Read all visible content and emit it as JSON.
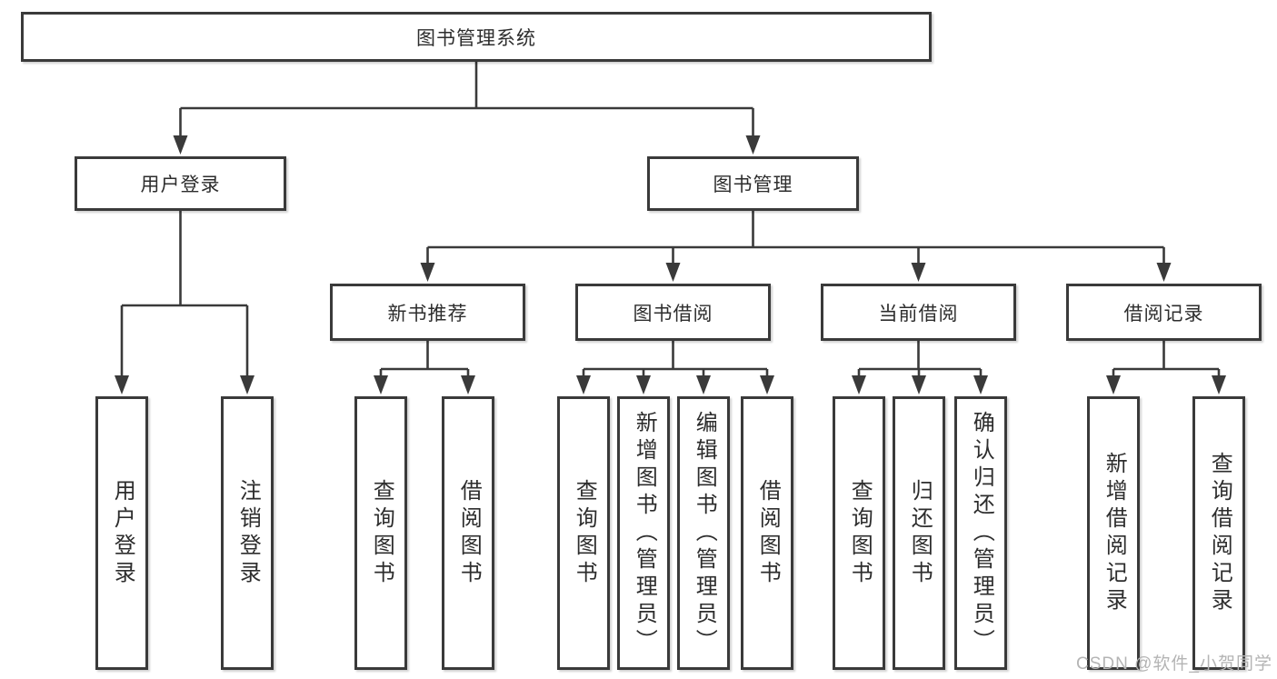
{
  "tree": {
    "label": "图书管理系统",
    "children": [
      {
        "label": "用户登录",
        "children": [
          {
            "label": "用户登录"
          },
          {
            "label": "注销登录"
          }
        ]
      },
      {
        "label": "图书管理",
        "children": [
          {
            "label": "新书推荐",
            "children": [
              {
                "label": "查询图书"
              },
              {
                "label": "借阅图书"
              }
            ]
          },
          {
            "label": "图书借阅",
            "children": [
              {
                "label": "查询图书"
              },
              {
                "label": "新增图书（管理员）"
              },
              {
                "label": "编辑图书（管理员）"
              },
              {
                "label": "借阅图书"
              }
            ]
          },
          {
            "label": "当前借阅",
            "children": [
              {
                "label": "查询图书"
              },
              {
                "label": "归还图书"
              },
              {
                "label": "确认归还（管理员）"
              }
            ]
          },
          {
            "label": "借阅记录",
            "children": [
              {
                "label": "新增借阅记录"
              },
              {
                "label": "查询借阅记录"
              }
            ]
          }
        ]
      }
    ]
  },
  "watermark": {
    "text": "CSDN @软件_小贺同学"
  },
  "colors": {
    "line": "#3a3a3a",
    "text": "#2d2d2d",
    "watermark": "#b4b4b4",
    "background": "#ffffff"
  }
}
